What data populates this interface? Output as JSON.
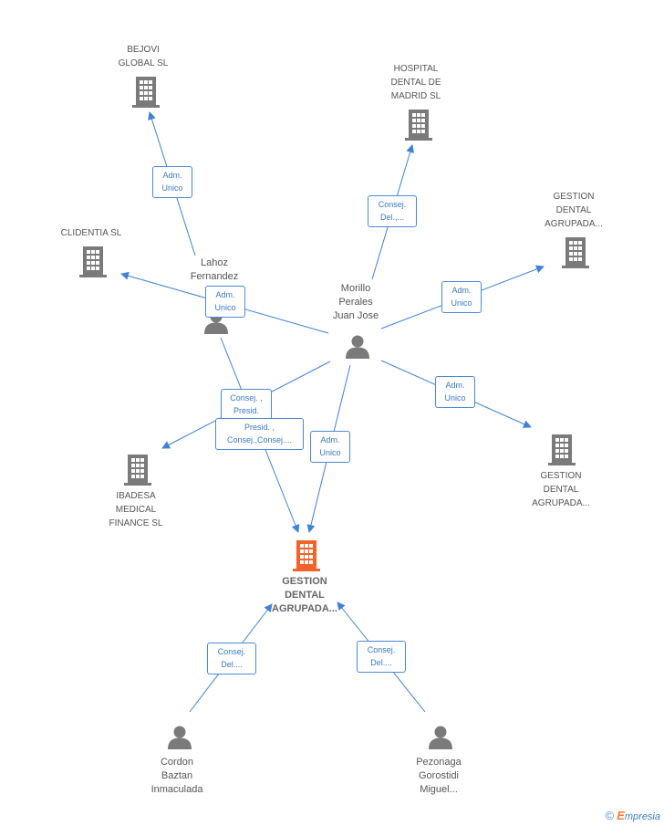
{
  "companies": {
    "bejovi": "BEJOVI\nGLOBAL SL",
    "hospital": "HOSPITAL\nDENTAL DE\nMADRID SL",
    "gestion_right_top": "GESTION\nDENTAL\nAGRUPADA...",
    "clidentia": "CLIDENTIA SL",
    "ibadesa": "IBADESA\nMEDICAL\nFINANCE SL",
    "gestion_right_bottom": "GESTION\nDENTAL\nAGRUPADA...",
    "gestion_main": "GESTION\nDENTAL\nAGRUPADA..."
  },
  "people": {
    "lahoz": "Lahoz\nFernandez\nB...",
    "morillo": "Morillo\nPerales\nJuan Jose",
    "cordon": "Cordon\nBaztan\nInmaculada",
    "pezonaga": "Pezonaga\nGorostidi\nMiguel..."
  },
  "roles": {
    "lahoz_bejovi": "Adm.\nUnico",
    "lahoz_clidentia": "Adm.\nUnico",
    "morillo_hospital": "Consej.\nDel.,...",
    "morillo_gestion_rt": "Adm.\nUnico",
    "morillo_gestion_rb": "Adm.\nUnico",
    "morillo_ibadesa": "Consej. ,\nPresid.",
    "lahoz_main": "Presid. ,\nConsej.,Consej....",
    "morillo_main": "Adm.\nUnico",
    "cordon_main": "Consej.\nDel....",
    "pezonaga_main": "Consej.\nDel...."
  },
  "colors": {
    "node_gray": "#7a7a7a",
    "main_node": "#f2632b",
    "edge": "#3f82d8"
  },
  "footer": {
    "copyright": "©",
    "brand_initial": "E",
    "brand_rest": "mpresia"
  }
}
